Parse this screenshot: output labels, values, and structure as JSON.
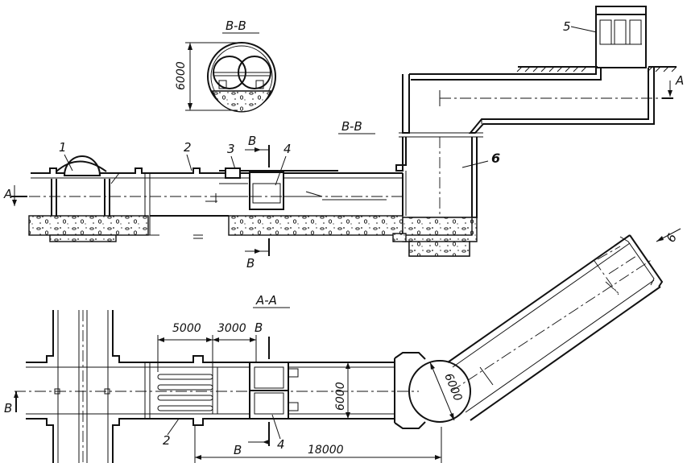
{
  "labels": {
    "section_bb_top": "B-B",
    "section_bb_mid": "B-B",
    "section_aa": "A-A",
    "diameter_6000_vertical": "6000",
    "item1": "1",
    "item2_top": "2",
    "item3": "3",
    "item4_top": "4",
    "item5": "5",
    "item6": "6",
    "item2_bottom": "2",
    "item4_bottom": "4",
    "cut_A_left": "A",
    "cut_A_right": "A",
    "cut_B_top": "B",
    "cut_B_bottom": "B",
    "cut_B_plan_top": "B",
    "cut_B_plan_bottom": "B",
    "cut_B_left": "B",
    "cut_B_right": "6",
    "dim_5000": "5000",
    "dim_3000": "3000",
    "dim_6000_plan": "6000",
    "dim_6000_circle": "6000",
    "dim_18000": "18000"
  }
}
